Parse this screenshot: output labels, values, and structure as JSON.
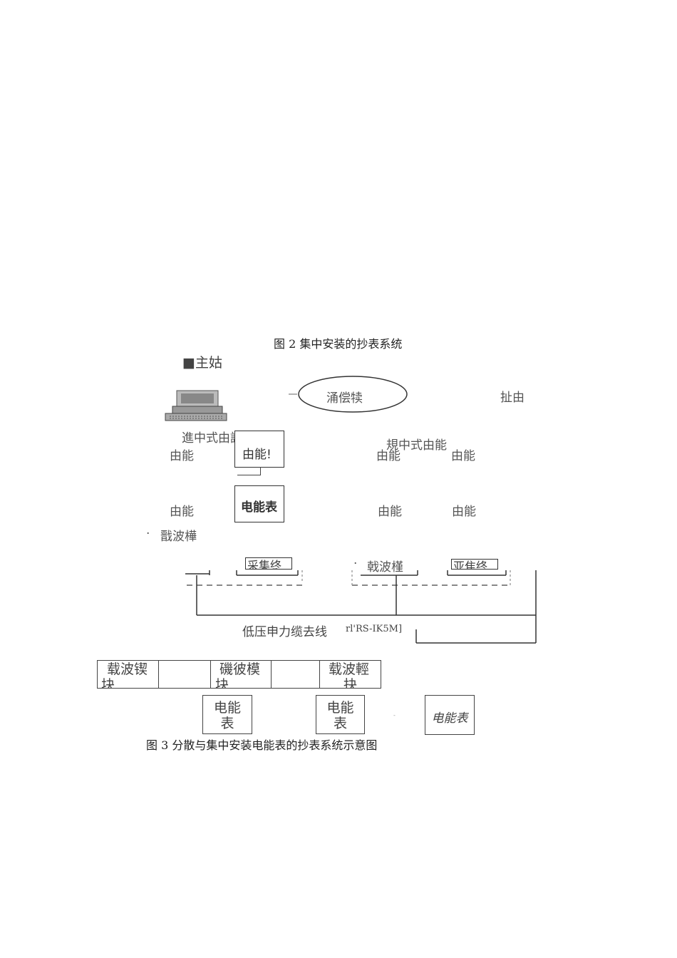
{
  "fig2": {
    "caption": "图 2 集中安装的抄表系统",
    "master_station": "■主姑",
    "comm_network": "涌偿犊",
    "right_top": "扯由",
    "left_concentrated": "進中式由謡",
    "right_concentrated": "規中式由能",
    "meter_label_faded": "由能",
    "meter_box_top": "由能!",
    "meter_box_bottom": "电能表",
    "carrier_left": "戬波樺",
    "collector_left": "采集终",
    "carrier_right": "戟波槿",
    "collector_right": "亚隹终",
    "bullet": "·",
    "cable_label": "低压申力缆去线",
    "cable_code": "rl'RS-IK5M]"
  },
  "fig3": {
    "caption": "图 3 分散与集中安装电能表的抄表系统示意图",
    "modules": [
      {
        "line1": "载波锲",
        "line2": "块"
      },
      {
        "line1": "磯彼模",
        "line2": "块"
      },
      {
        "line1": "载波輕",
        "line2": "抉"
      }
    ],
    "meter_1": "电能\n表",
    "meter_2": "电能\n表",
    "meter_3": "电能表"
  },
  "icons": {
    "computer": "computer-icon"
  }
}
